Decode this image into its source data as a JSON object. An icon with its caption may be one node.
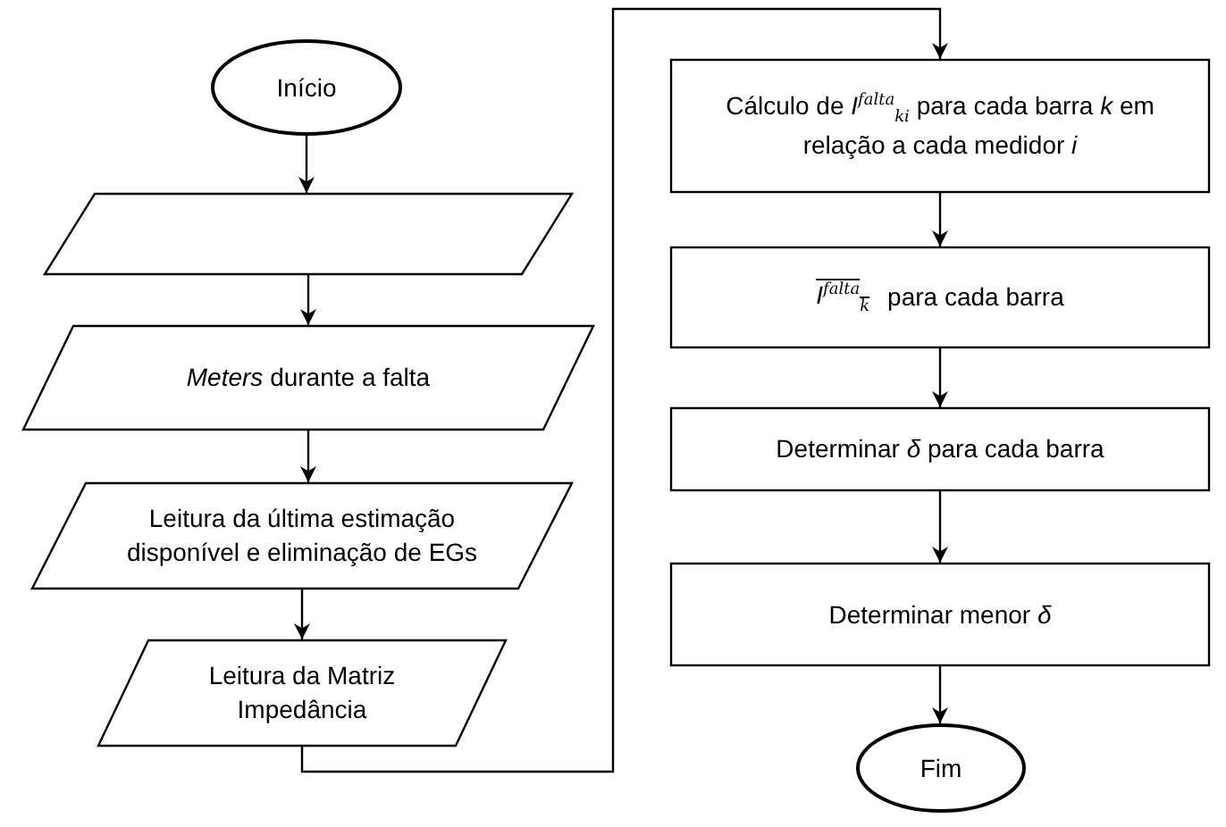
{
  "diagram": {
    "nodes": [
      {
        "text": [
          "Início"
        ]
      },
      {
        "text": [],
        "shape": "parallelogram"
      },
      {
        "text": [
          "*Meters* durante a falta"
        ]
      },
      {
        "text": [
          "Leitura da última estimação disponível e eliminação de EGs"
        ]
      },
      {
        "text": [
          "Leitura da Matriz Impedância"
        ]
      },
      {
        "text": [
          "Cálculo de *I*$^{falta}$$_{ki}$ para cada barra *k* em relação a cada medidor *i*"
        ]
      },
      {
        "text": [
          "*I*$^{falta}$$_{k}$",
          "para cada barra"
        ]
      },
      {
        "text": [
          "Determinar *δ* para cada barra"
        ]
      },
      {
        "text": [
          "Determinar menor *δ*"
        ]
      },
      {
        "text": [
          "Fim"
        ]
      }
    ],
    "edges": [
      {
        "from": 0,
        "to": 1,
        "arrow": "to"
      },
      {
        "from": 1,
        "to": 2,
        "arrow": "to"
      },
      {
        "from": 2,
        "to": 3,
        "arrow": "to"
      },
      {
        "from": 3,
        "to": 4,
        "arrow": "to"
      },
      {
        "from": 4,
        "to": 5,
        "arrow": "to"
      },
      {
        "from": 5,
        "to": 6,
        "arrow": "to"
      },
      {
        "from": 6,
        "to": 7,
        "arrow": "to"
      },
      {
        "from": 7,
        "to": 8,
        "arrow": "to"
      },
      {
        "from": 8,
        "to": 9,
        "arrow": "to"
      }
    ]
  }
}
